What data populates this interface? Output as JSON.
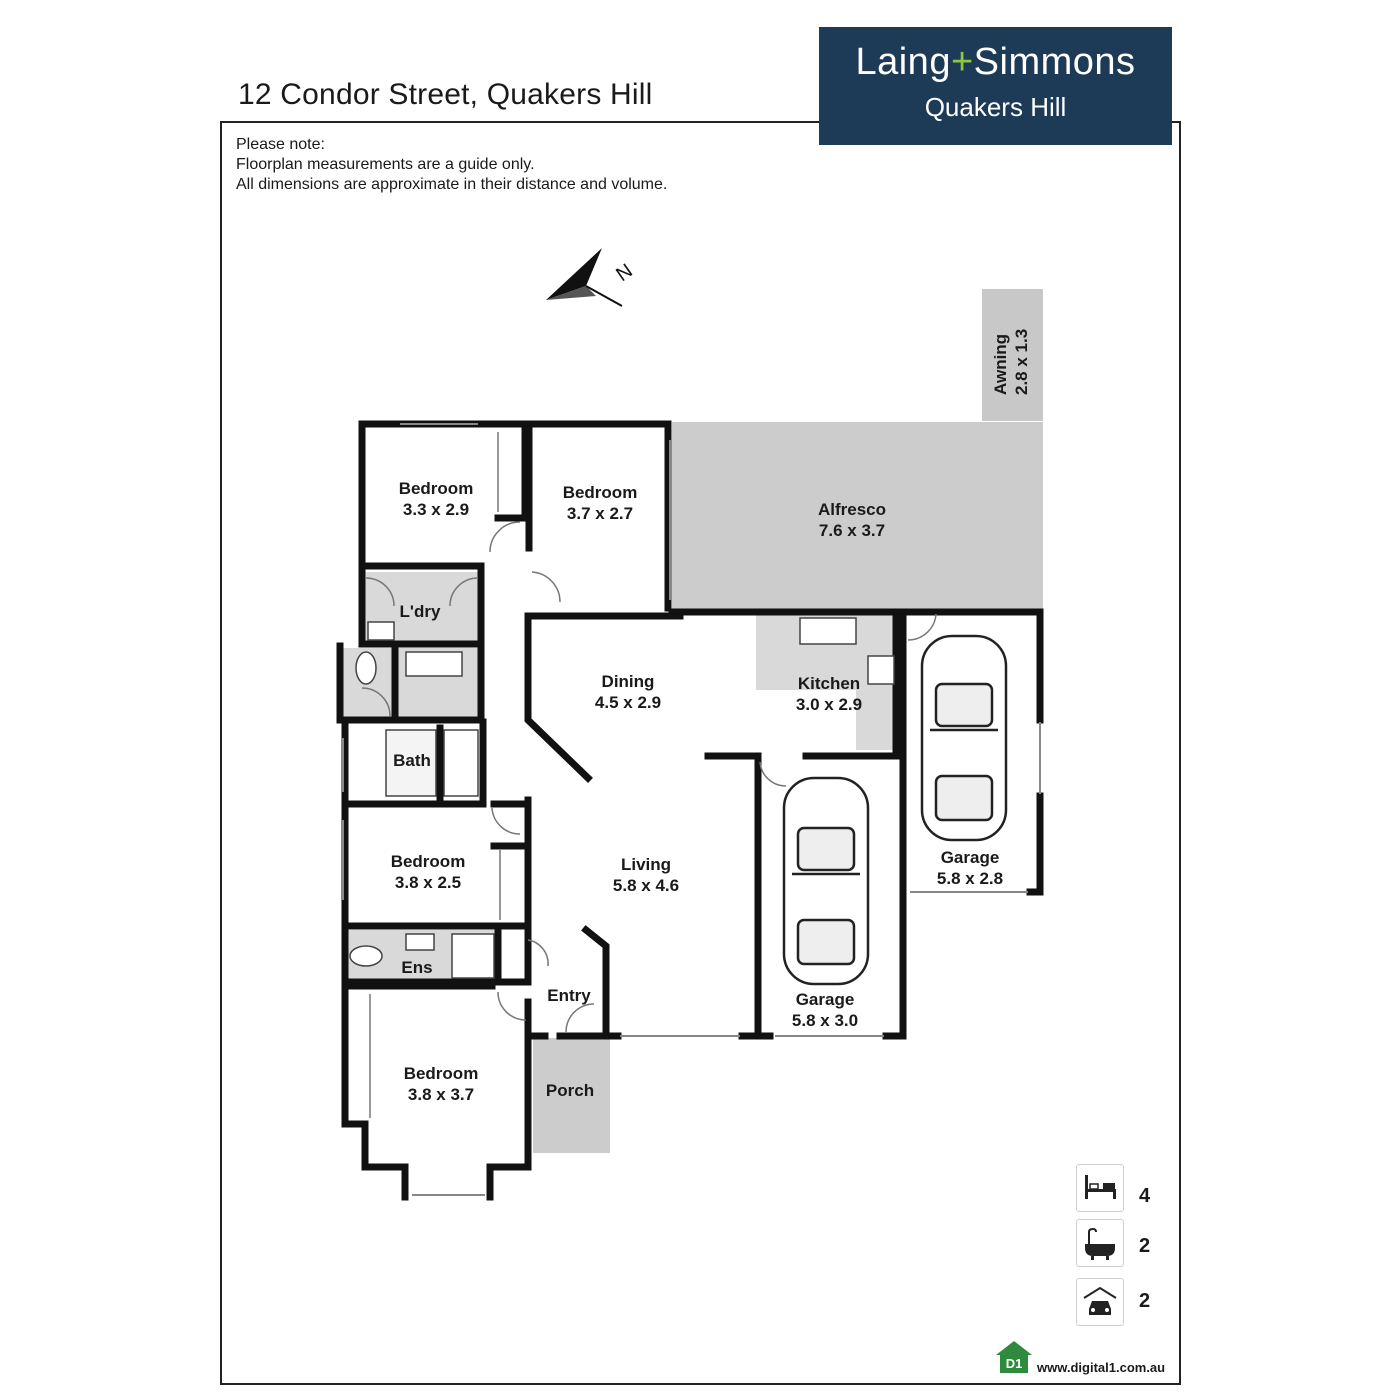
{
  "header": {
    "address": "12 Condor Street, Quakers Hill"
  },
  "brand": {
    "name_part1": "Laing",
    "name_plus": "+",
    "name_part2": "Simmons",
    "office": "Quakers Hill",
    "bg_color": "#1d3a57",
    "accent_color": "#8dc63f"
  },
  "notes": {
    "line1": "Please note:",
    "line2": "Floorplan measurements are a guide only.",
    "line3": "All dimensions are approximate in their distance and volume."
  },
  "compass": {
    "label": "N",
    "icon": "north-arrow-icon"
  },
  "rooms": {
    "bedroom1": {
      "name": "Bedroom",
      "size": "3.3 x 2.9"
    },
    "bedroom2": {
      "name": "Bedroom",
      "size": "3.7 x 2.7"
    },
    "alfresco": {
      "name": "Alfresco",
      "size": "7.6 x 3.7"
    },
    "awning": {
      "name": "Awning",
      "size": "2.8 x 1.3"
    },
    "laundry": {
      "name": "L'dry"
    },
    "dining": {
      "name": "Dining",
      "size": "4.5 x 2.9"
    },
    "kitchen": {
      "name": "Kitchen",
      "size": "3.0 x 2.9"
    },
    "bath": {
      "name": "Bath"
    },
    "bedroom3": {
      "name": "Bedroom",
      "size": "3.8 x 2.5"
    },
    "living": {
      "name": "Living",
      "size": "5.8 x 4.6"
    },
    "garage1": {
      "name": "Garage",
      "size": "5.8 x 2.8"
    },
    "garage2": {
      "name": "Garage",
      "size": "5.8 x 3.0"
    },
    "ensuite": {
      "name": "Ens"
    },
    "entry": {
      "name": "Entry"
    },
    "bedroom4": {
      "name": "Bedroom",
      "size": "3.8 x 3.7"
    },
    "porch": {
      "name": "Porch"
    }
  },
  "stats": {
    "bedrooms": {
      "icon": "bed-icon",
      "count": "4"
    },
    "bathrooms": {
      "icon": "bathtub-icon",
      "count": "2"
    },
    "garages": {
      "icon": "car-garage-icon",
      "count": "2"
    }
  },
  "footer": {
    "logo_text": "D1",
    "url": "www.digital1.com.au",
    "logo_color": "#2e8b3d"
  },
  "colors": {
    "wall": "#111111",
    "outdoor_fill": "#cccccc",
    "wet_fill": "#d9d9d9"
  }
}
